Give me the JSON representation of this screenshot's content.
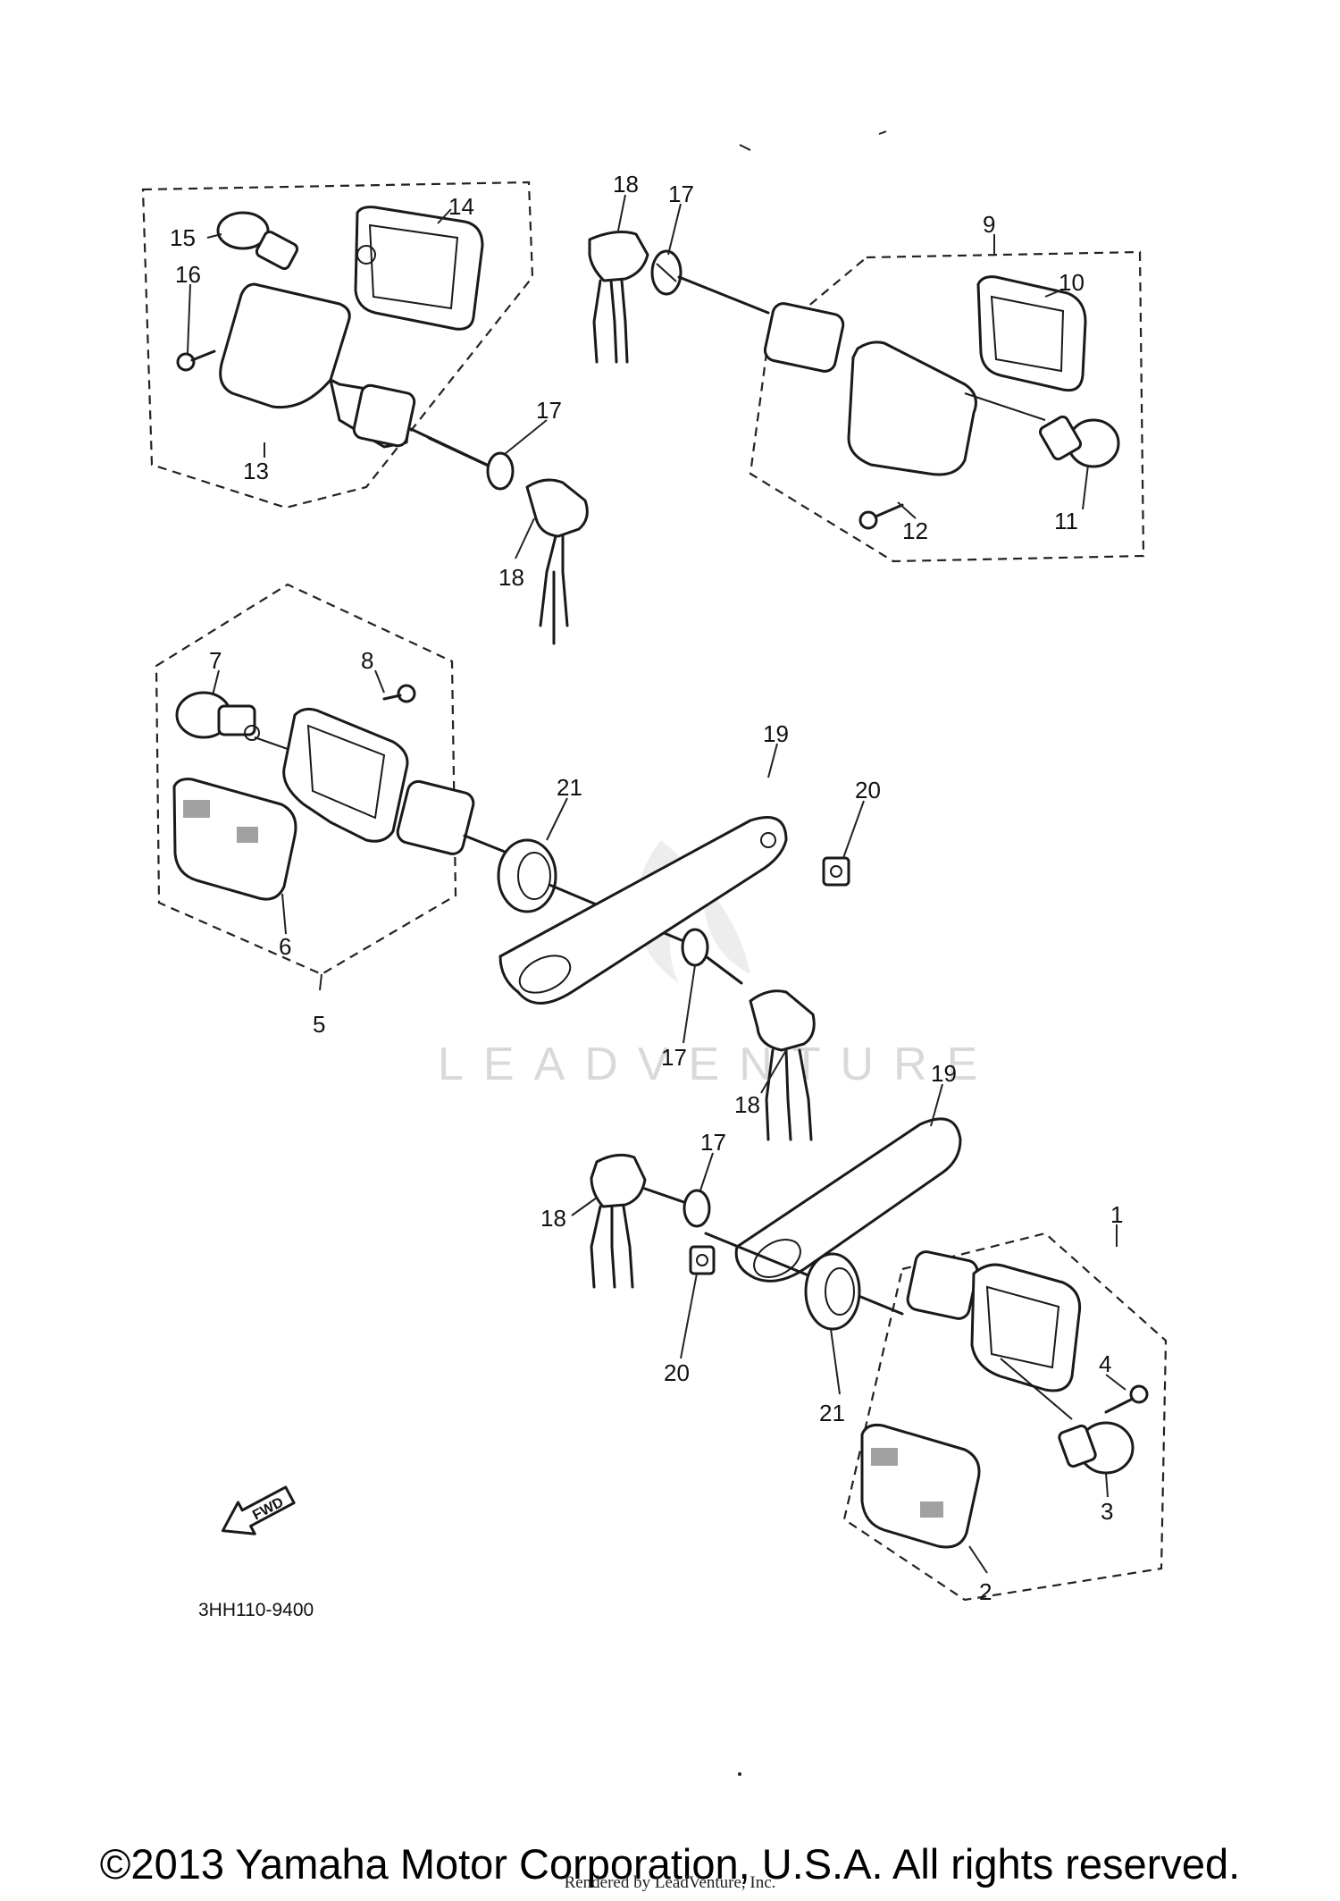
{
  "diagram": {
    "watermark": "LEADVENTURE",
    "part_code": "3HH110-9400",
    "fwd_label": "FWD",
    "callouts": {
      "c1": "1",
      "c2": "2",
      "c3": "3",
      "c4": "4",
      "c5": "5",
      "c6": "6",
      "c7": "7",
      "c8": "8",
      "c9": "9",
      "c10": "10",
      "c11": "11",
      "c12": "12",
      "c13": "13",
      "c14": "14",
      "c15": "15",
      "c16": "16",
      "c17a": "17",
      "c17b": "17",
      "c17c": "17",
      "c17d": "17",
      "c18a": "18",
      "c18b": "18",
      "c18c": "18",
      "c18d": "18",
      "c19a": "19",
      "c19b": "19",
      "c20a": "20",
      "c20b": "20",
      "c21a": "21",
      "c21b": "21"
    }
  },
  "footer": {
    "copyright": "©2013 Yamaha Motor Corporation, U.S.A. All rights reserved.",
    "rendered_by": "Rendered by LeadVenture, Inc."
  }
}
